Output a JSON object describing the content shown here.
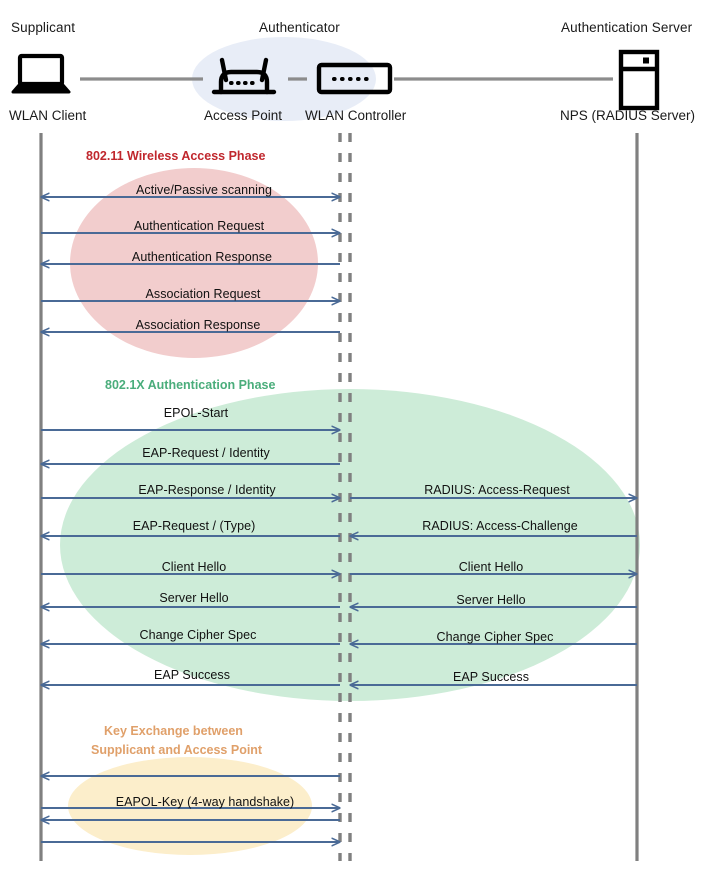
{
  "diagram": {
    "title": "802.1X WLAN authentication message flow",
    "colors": {
      "arrow": "#4a6a96",
      "lifeline": "#808080",
      "phase_red": "#c0272d",
      "phase_green": "#4aad7b",
      "phase_orange": "#e0a06a",
      "ellipse_pink": "#f2cdcd",
      "ellipse_green": "#cdecd8",
      "ellipse_orange": "#fceecb",
      "ellipse_blue": "#e6ebf5",
      "icon": "#000000",
      "link": "#808080"
    }
  },
  "columns": [
    {
      "role": "Supplicant",
      "node": "WLAN Client",
      "icon": "laptop-icon"
    },
    {
      "role": "Authenticator",
      "node": "Access Point",
      "icon": "wireless-router-icon"
    },
    {
      "role": "",
      "node": "WLAN Controller",
      "icon": "network-switch-icon"
    },
    {
      "role": "Authentication Server",
      "node": "NPS (RADIUS Server)",
      "icon": "server-rack-icon"
    }
  ],
  "phases": [
    {
      "id": "wireless-access",
      "label": "802.11 Wireless Access Phase",
      "color": "phase_red",
      "messages": [
        {
          "text": "Active/Passive scanning",
          "side": "left",
          "dir": "both"
        },
        {
          "text": "Authentication Request",
          "side": "left",
          "dir": "right"
        },
        {
          "text": "Authentication Response",
          "side": "left",
          "dir": "left"
        },
        {
          "text": "Association Request",
          "side": "left",
          "dir": "right"
        },
        {
          "text": "Association Response",
          "side": "left",
          "dir": "left"
        }
      ]
    },
    {
      "id": "dot1x-authentication",
      "label": "802.1X Authentication Phase",
      "color": "phase_green",
      "messages": [
        {
          "text": "EPOL-Start",
          "side": "left",
          "dir": "right"
        },
        {
          "text": "EAP-Request / Identity",
          "side": "left",
          "dir": "left"
        },
        {
          "text": "EAP-Response / Identity",
          "side": "left",
          "dir": "right"
        },
        {
          "text": "RADIUS: Access-Request",
          "side": "right",
          "dir": "right"
        },
        {
          "text": "EAP-Request / (Type)",
          "side": "left",
          "dir": "left"
        },
        {
          "text": "RADIUS: Access-Challenge",
          "side": "right",
          "dir": "left"
        },
        {
          "text": "Client Hello",
          "side": "left",
          "dir": "right"
        },
        {
          "text": "Client Hello",
          "side": "right",
          "dir": "right"
        },
        {
          "text": "Server Hello",
          "side": "left",
          "dir": "left"
        },
        {
          "text": "Server Hello",
          "side": "right",
          "dir": "left"
        },
        {
          "text": "Change Cipher Spec",
          "side": "left",
          "dir": "left"
        },
        {
          "text": "Change Cipher Spec",
          "side": "right",
          "dir": "left"
        },
        {
          "text": "EAP Success",
          "side": "left",
          "dir": "left"
        },
        {
          "text": "EAP Success",
          "side": "right",
          "dir": "left"
        }
      ]
    },
    {
      "id": "key-exchange",
      "label": "Key Exchange between\nSupplicant and Access Point",
      "label_line1": "Key Exchange between",
      "label_line2": "Supplicant and Access Point",
      "color": "phase_orange",
      "messages": [
        {
          "text": "",
          "side": "left",
          "dir": "left"
        },
        {
          "text": "",
          "side": "left",
          "dir": "right"
        },
        {
          "text": "EAPOL-Key (4-way handshake)",
          "side": "left",
          "dir": "left"
        },
        {
          "text": "",
          "side": "left",
          "dir": "right"
        }
      ]
    }
  ],
  "labels": {
    "role_supplicant": "Supplicant",
    "role_authenticator": "Authenticator",
    "role_auth_server": "Authentication Server",
    "node_client": "WLAN Client",
    "node_ap": "Access Point",
    "node_controller": "WLAN Controller",
    "node_nps": "NPS (RADIUS Server)",
    "phase1": "802.11 Wireless Access Phase",
    "phase2": "802.1X Authentication Phase",
    "phase3_line1": "Key Exchange between",
    "phase3_line2": "Supplicant and Access Point",
    "m_scan": "Active/Passive scanning",
    "m_auth_req": "Authentication Request",
    "m_auth_resp": "Authentication Response",
    "m_assoc_req": "Association Request",
    "m_assoc_resp": "Association Response",
    "m_eapol_start": "EPOL-Start",
    "m_eap_req_id": "EAP-Request / Identity",
    "m_eap_resp_id": "EAP-Response / Identity",
    "m_radius_access_req": "RADIUS: Access-Request",
    "m_eap_req_type": "EAP-Request / (Type)",
    "m_radius_access_chal": "RADIUS: Access-Challenge",
    "m_client_hello_l": "Client Hello",
    "m_client_hello_r": "Client Hello",
    "m_server_hello_l": "Server Hello",
    "m_server_hello_r": "Server Hello",
    "m_ccs_l": "Change Cipher Spec",
    "m_ccs_r": "Change Cipher Spec",
    "m_eap_success_l": "EAP Success",
    "m_eap_success_r": "EAP Success",
    "m_eapol_key": "EAPOL-Key (4-way handshake)"
  }
}
